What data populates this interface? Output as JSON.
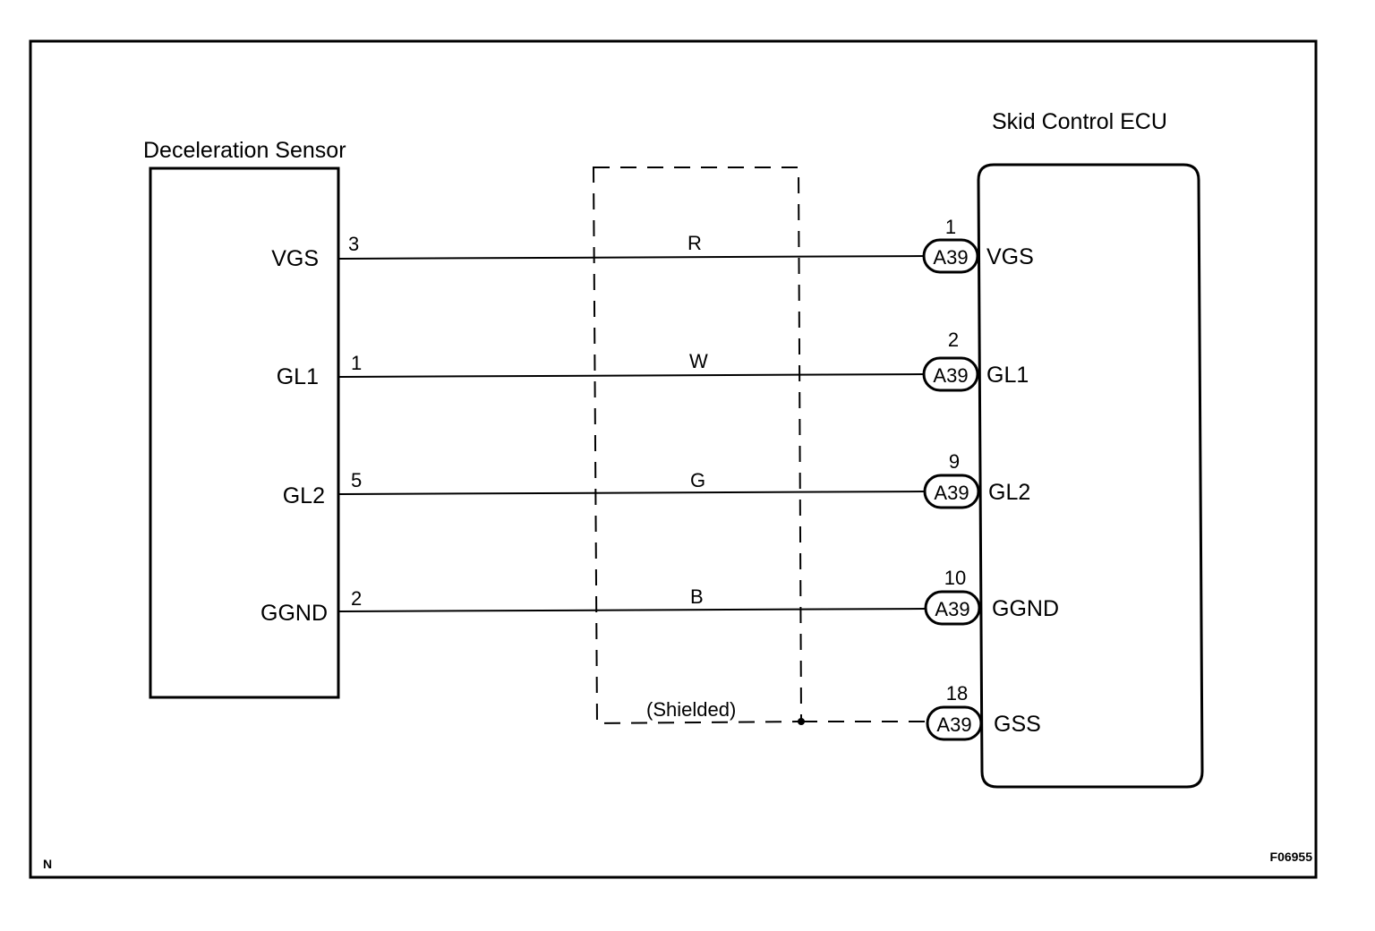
{
  "sensor": {
    "title": "Deceleration Sensor",
    "terminals": [
      {
        "name": "VGS",
        "pin": "3"
      },
      {
        "name": "GL1",
        "pin": "1"
      },
      {
        "name": "GL2",
        "pin": "5"
      },
      {
        "name": "GGND",
        "pin": "2"
      }
    ]
  },
  "wires": [
    {
      "color": "R"
    },
    {
      "color": "W"
    },
    {
      "color": "G"
    },
    {
      "color": "B"
    }
  ],
  "shield_label": "(Shielded)",
  "ecu": {
    "title": "Skid Control ECU",
    "connector": "A39",
    "terminals": [
      {
        "name": "VGS",
        "pin": "1"
      },
      {
        "name": "GL1",
        "pin": "2"
      },
      {
        "name": "GL2",
        "pin": "9"
      },
      {
        "name": "GGND",
        "pin": "10"
      },
      {
        "name": "GSS",
        "pin": "18"
      }
    ]
  },
  "footer": {
    "left": "N",
    "figure_id": "F06955"
  }
}
